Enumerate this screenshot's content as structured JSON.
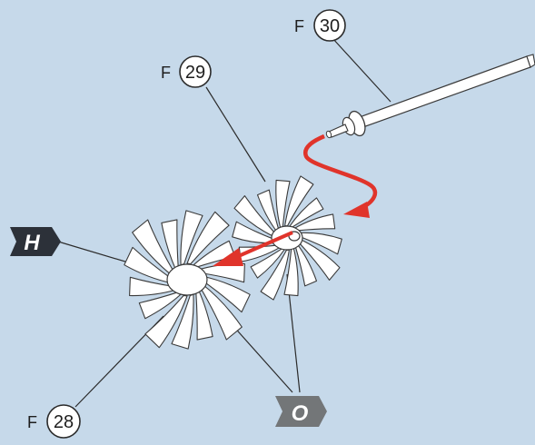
{
  "colors": {
    "background": "#c6d9ea",
    "arrow": "#e0342b",
    "flag_dark": "#2c3139",
    "flag_gray": "#737678"
  },
  "callouts": [
    {
      "prefix": "F",
      "number": "30"
    },
    {
      "prefix": "F",
      "number": "29"
    },
    {
      "prefix": "F",
      "number": "28"
    }
  ],
  "flags": [
    {
      "letter": "H"
    },
    {
      "letter": "O"
    }
  ]
}
